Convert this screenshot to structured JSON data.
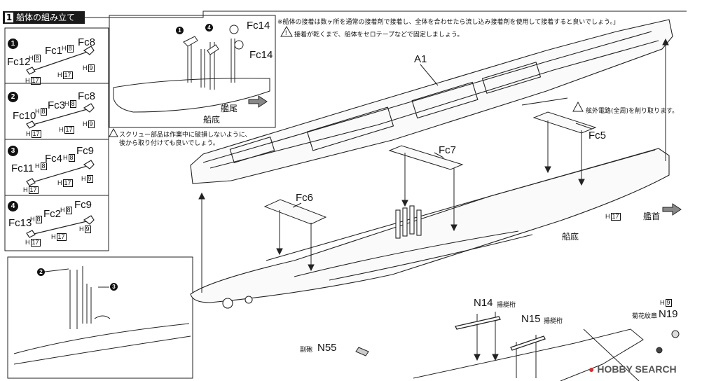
{
  "section": {
    "number": "1",
    "title": "船体の組み立て"
  },
  "notes": {
    "adhesive": "※船体の接着は数ヶ所を通常の接着剤で接着し、全体を合わせたら流し込み接着剤を使用して接着すると良いでしょう。」",
    "tape": "接着が乾くまで、船体をセロテープなどで固定しましょう。",
    "bilge": "舷外電路(全周)を削り取ります。",
    "screw": "スクリュー部品は作業中に破損しないように、",
    "screw2": "後から取り付けても良いでしょう。"
  },
  "steps": [
    {
      "num": "1",
      "fc_a": "Fc1",
      "fc_b": "Fc8",
      "fc_c": "Fc12",
      "h1": "8",
      "h2": "8",
      "h3": "17",
      "h4": "17",
      "h5": "9"
    },
    {
      "num": "2",
      "fc_a": "Fc3",
      "fc_b": "Fc8",
      "fc_c": "Fc10",
      "h1": "8",
      "h2": "8",
      "h3": "17",
      "h4": "17",
      "h5": "9"
    },
    {
      "num": "3",
      "fc_a": "Fc4",
      "fc_b": "Fc9",
      "fc_c": "Fc11",
      "h1": "8",
      "h2": "8",
      "h3": "17",
      "h4": "17",
      "h5": "9"
    },
    {
      "num": "4",
      "fc_a": "Fc2",
      "fc_b": "Fc9",
      "fc_c": "Fc13",
      "h1": "8",
      "h2": "8",
      "h3": "17",
      "h4": "17",
      "h5": "9"
    }
  ],
  "labels": {
    "h": "H",
    "a1": "A1",
    "fc5": "Fc5",
    "fc6": "Fc6",
    "fc7": "Fc7",
    "fc14": "Fc14",
    "hull_bottom": "船底",
    "stern": "艦尾",
    "bow": "艦首",
    "h17": "17",
    "h9": "9",
    "n14": "N14",
    "n15": "N15",
    "n19": "N19",
    "n55": "N55",
    "boat_boom": "揚艇桁",
    "kikumon": "菊花紋章",
    "fukuho": "副砲",
    "circ1": "1",
    "circ2": "2",
    "circ3": "3",
    "circ4": "4",
    "watermark": "HOBBY SEARCH"
  }
}
